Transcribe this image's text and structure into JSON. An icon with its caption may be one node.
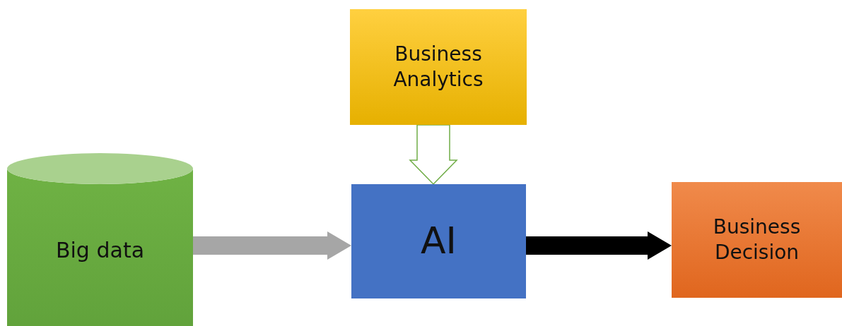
{
  "diagram": {
    "nodes": [
      {
        "text": [
          "Big data"
        ]
      },
      {
        "text": [
          "Business Analytics"
        ]
      },
      {
        "text": [
          "AI"
        ]
      },
      {
        "text": [
          "Business Decision"
        ]
      }
    ],
    "edges": [
      {
        "from": 0,
        "to": 2,
        "arrow": "to",
        "style": "thick",
        "color": "#a6a6a6"
      },
      {
        "from": 1,
        "to": 2,
        "arrow": "to",
        "style": "thick",
        "color": "#70ad47"
      },
      {
        "from": 2,
        "to": 3,
        "arrow": "to",
        "style": "thick",
        "color": "#000000"
      }
    ]
  }
}
